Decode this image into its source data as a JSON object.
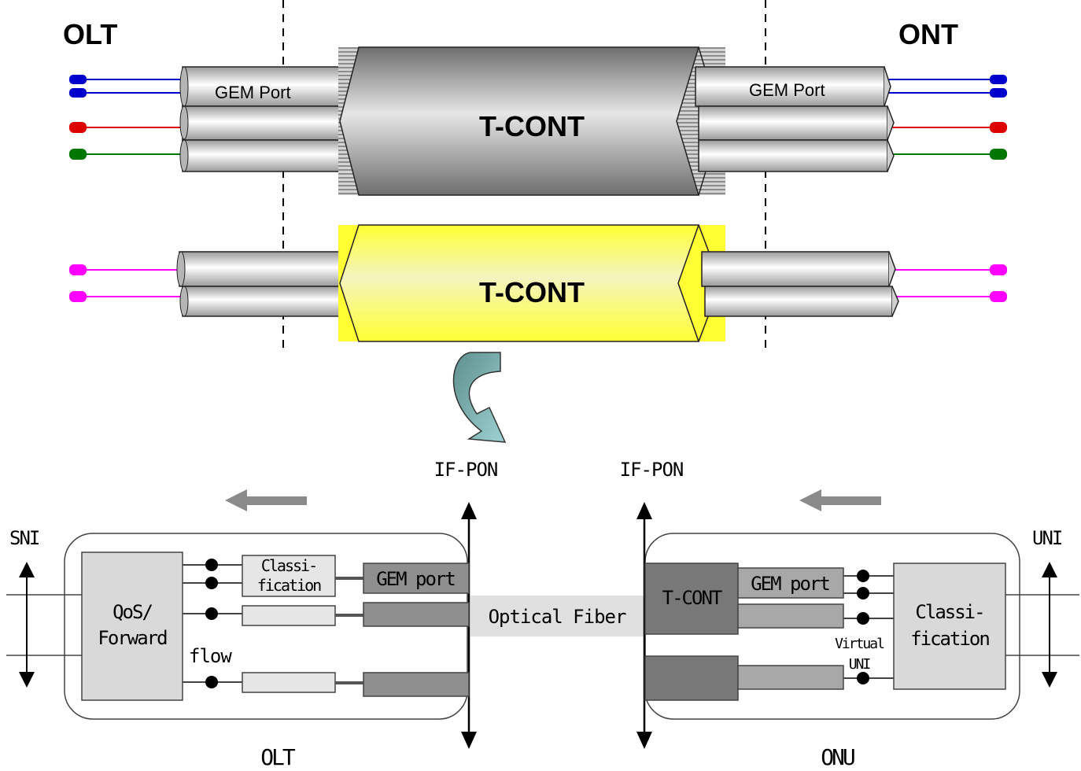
{
  "top": {
    "left_label": "OLT",
    "right_label": "ONT",
    "gem_port_left": "GEM Port",
    "gem_port_right": "GEM Port",
    "tcont_upper": "T-CONT",
    "tcont_lower": "T-CONT"
  },
  "bottom": {
    "if_pon_left": "IF-PON",
    "if_pon_right": "IF-PON",
    "sni": "SNI",
    "uni": "UNI",
    "qos_line1": "QoS/",
    "qos_line2": "Forward",
    "classi_line1": "Classi-",
    "classi_line2": "fication",
    "gem_port_olt": "GEM port",
    "flow": "flow",
    "optical_fiber": "Optical Fiber",
    "tcont": "T-CONT",
    "gem_port_onu": "GEM port",
    "virtual_line1": "Virtual",
    "virtual_line2": "UNI",
    "onu_classi_line1": "Classi-",
    "onu_classi_line2": "fication",
    "olt": "OLT",
    "onu": "ONU"
  },
  "colors": {
    "blue": "#0000cc",
    "red": "#dd0000",
    "green": "#007700",
    "magenta": "#ff00ff",
    "tcont_yellow": "#ffff33"
  }
}
